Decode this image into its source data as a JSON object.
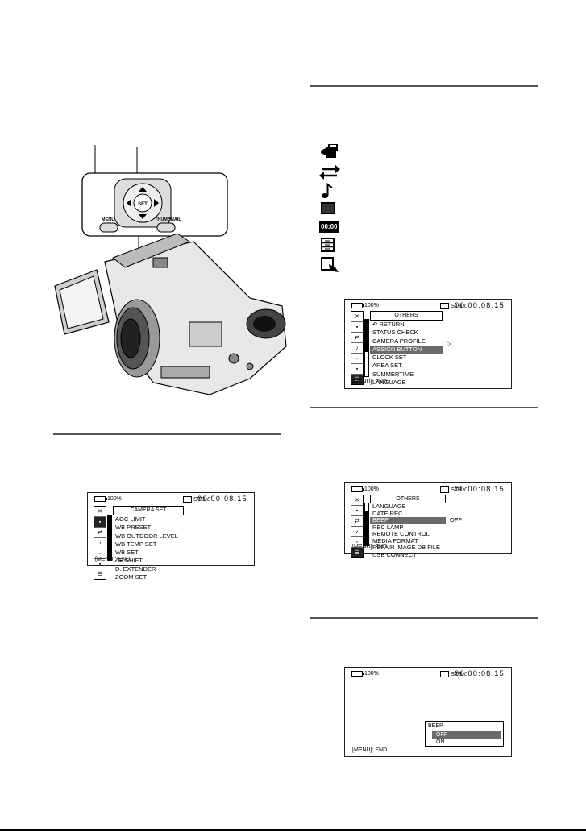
{
  "camera_illustration": {
    "button_labels": {
      "menu": "MENU",
      "thumbnail": "THUMBNAIL",
      "set": "SET"
    }
  },
  "screen_common": {
    "battery": "100%",
    "mode": "STBY",
    "timecode": "00:00:08.15",
    "end_hint": "[MENU]: END"
  },
  "screen1": {
    "header": "CAMERA SET",
    "items": [
      "AGC LIMIT",
      "WB PRESET",
      "WB OUTDOOR LEVEL",
      "WB TEMP SET",
      "WB SET",
      "AE SHIFT",
      "D. EXTENDER",
      "ZOOM SET"
    ]
  },
  "screen2": {
    "header": "OTHERS",
    "items": [
      "RETURN",
      "STATUS CHECK",
      "CAMERA PROFILE",
      "ASSIGN BUTTON",
      "CLOCK SET",
      "AREA SET",
      "SUMMERTIME",
      "LANGUAGE"
    ],
    "selected": 3
  },
  "screen3": {
    "header": "OTHERS",
    "items": [
      "LANGUAGE",
      "DATE REC",
      "BEEP",
      "REC LAMP",
      "REMOTE CONTROL",
      "MEDIA FORMAT",
      "REPAIR IMAGE DB FILE",
      "USB CONNECT"
    ],
    "selected": 2,
    "side_value": "OFF"
  },
  "screen4": {
    "popup_title": "BEEP",
    "options": [
      "OFF",
      "ON"
    ],
    "selected": 0
  },
  "menu_category_icons": {
    "time_code_label": "00:00",
    "names": [
      "camera-set-icon",
      "in-out-rec-icon",
      "audio-set-icon",
      "display-set-icon",
      "tc-ub-set-icon",
      "others-icon",
      "my-menu-icon"
    ]
  }
}
